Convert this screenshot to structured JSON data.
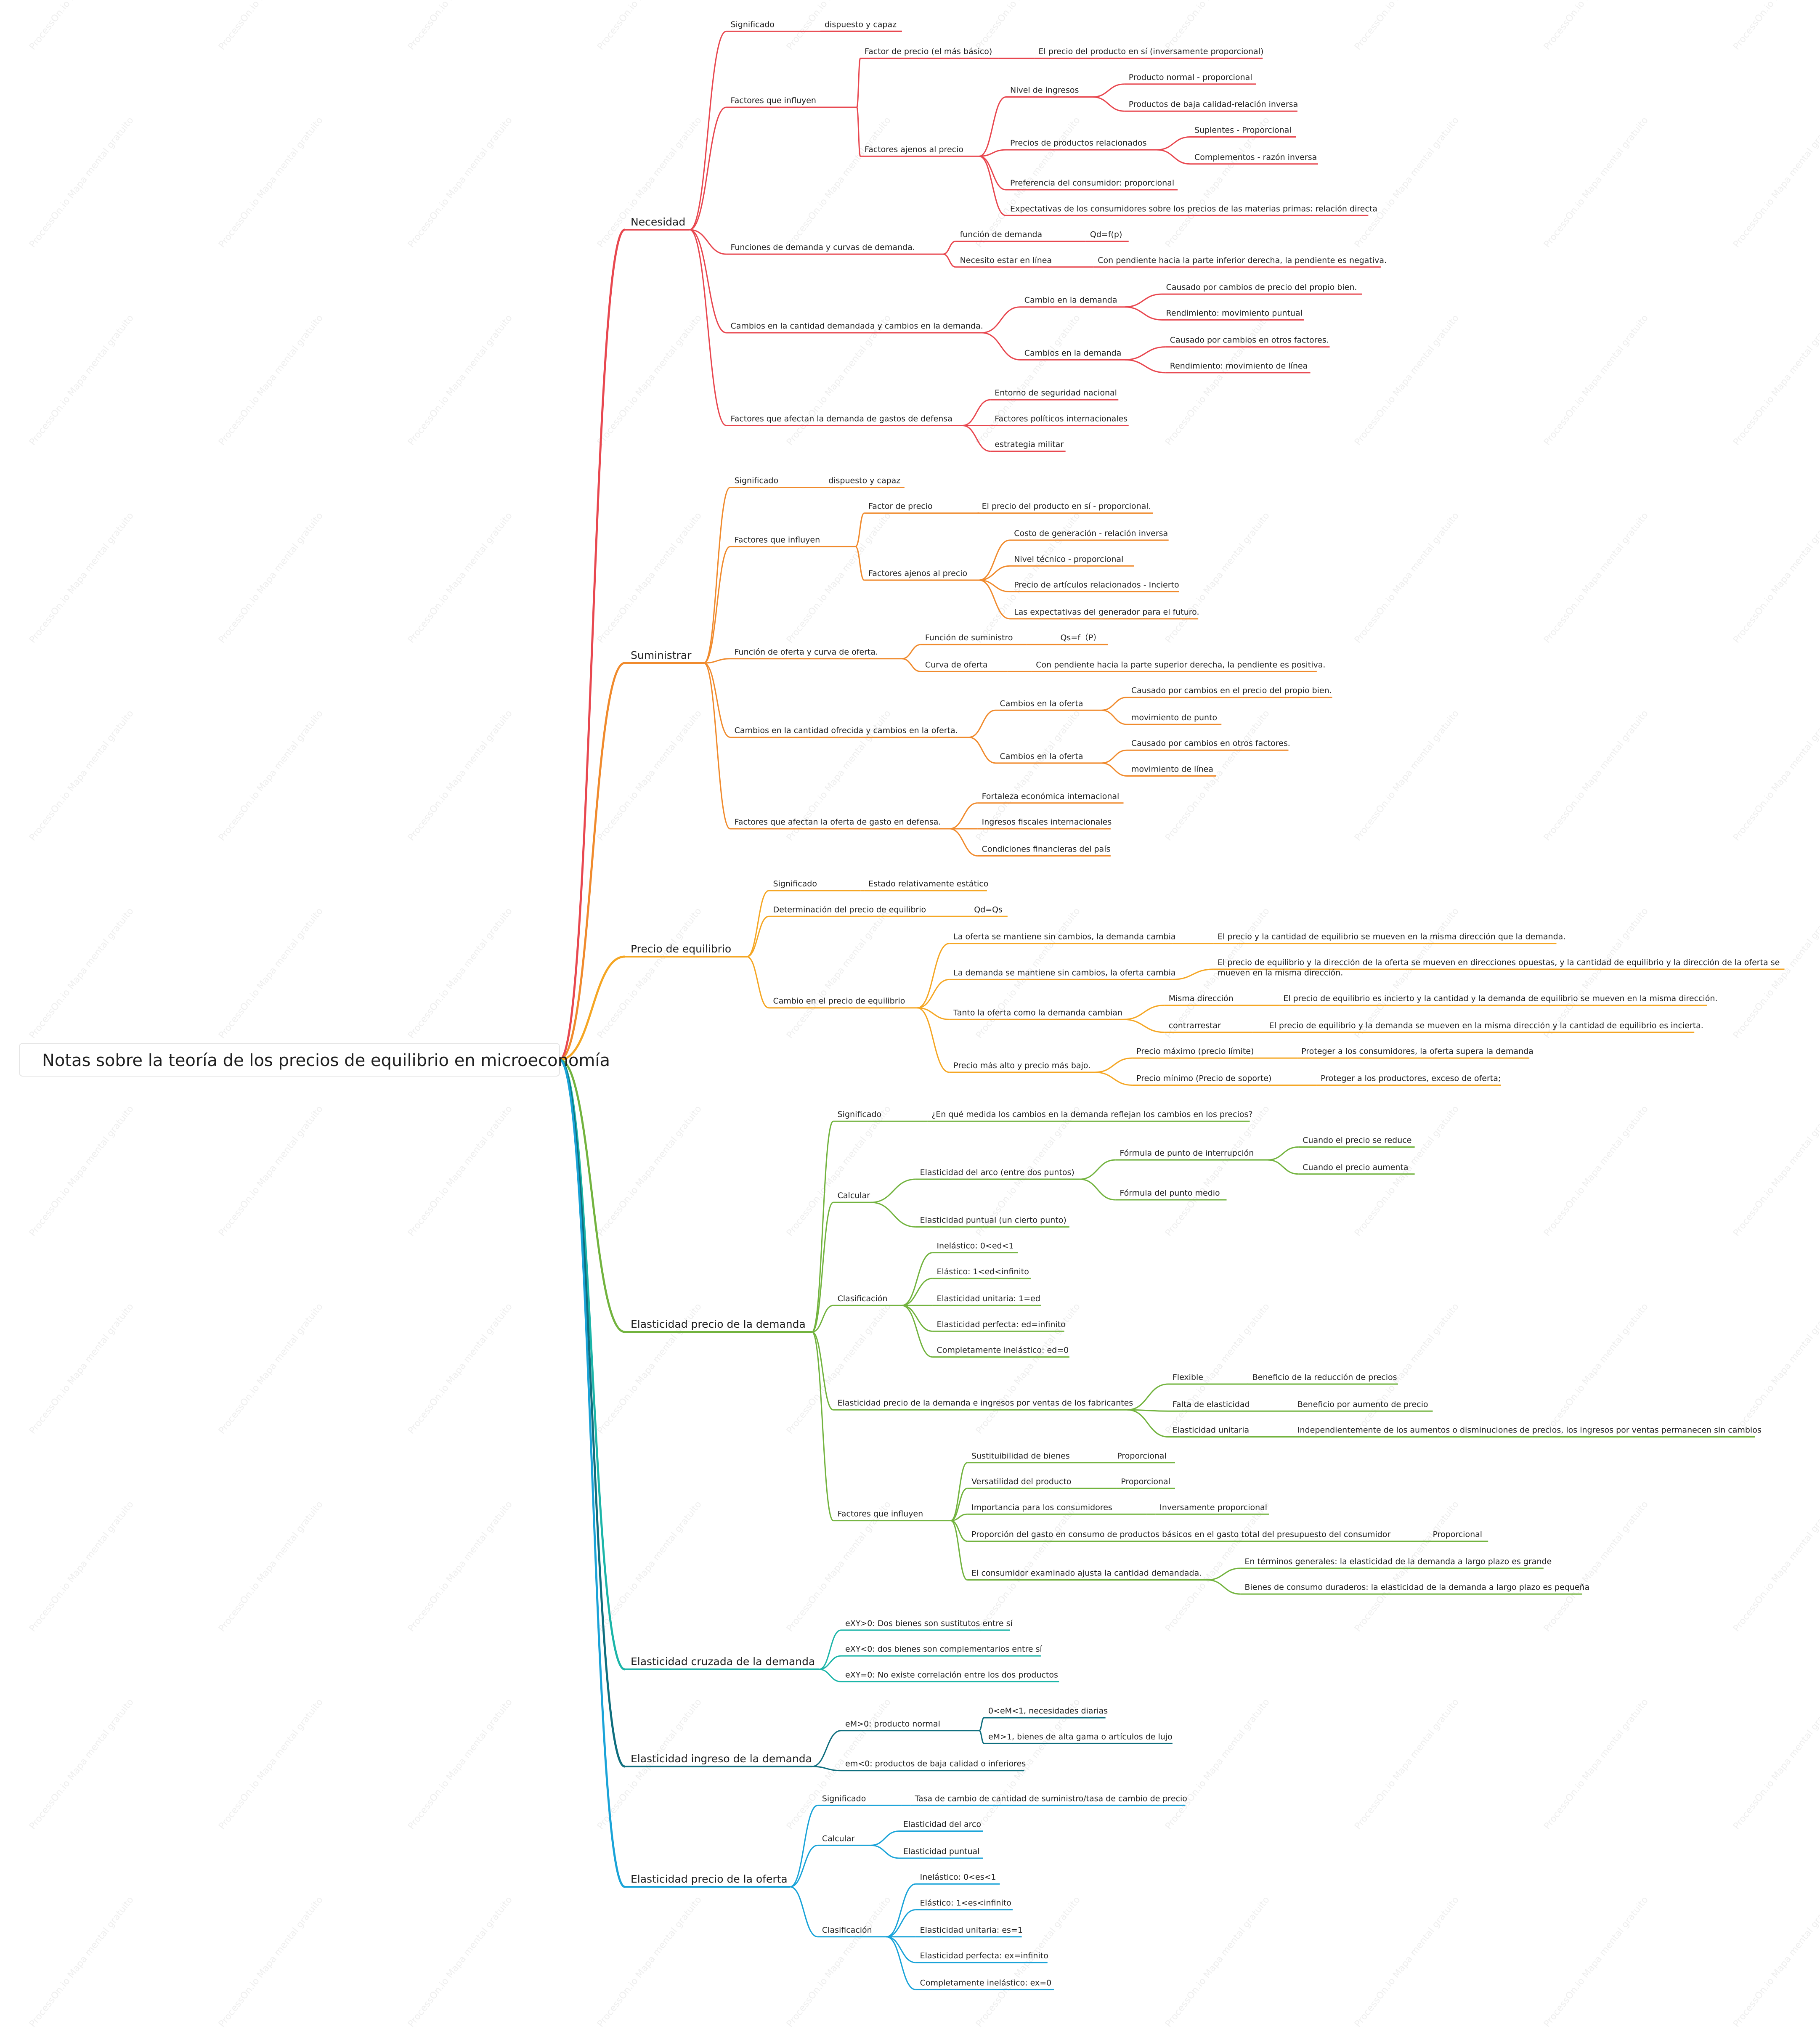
{
  "root": "Notas sobre la teoría de los precios de equilibrio en microeconomía",
  "watermark": "ProcessOn.io Mapa mental gratuito",
  "branches": [
    {
      "id": "b1",
      "label": "Necesidad",
      "color": "#e8474f"
    },
    {
      "id": "b2",
      "label": "Suministrar",
      "color": "#f08a2c"
    },
    {
      "id": "b3",
      "label": "Precio de equilibrio",
      "color": "#f5a623"
    },
    {
      "id": "b4",
      "label": "Elasticidad precio de la demanda",
      "color": "#72b33e"
    },
    {
      "id": "b5",
      "label": "Elasticidad cruzada de la demanda",
      "color": "#1bb5a8"
    },
    {
      "id": "b6",
      "label": "Elasticidad ingreso de la demanda",
      "color": "#0e6e7e"
    },
    {
      "id": "b7",
      "label": "Elasticidad precio de la oferta",
      "color": "#19a3d8"
    }
  ],
  "nodes": {
    "n1": "Significado",
    "n1a": "dispuesto y capaz",
    "n2": "Factores que influyen",
    "n2a": "Factor de precio (el más básico)",
    "n2a1": "El precio del producto en sí (inversamente proporcional)",
    "n2b": "Factores ajenos al precio",
    "n2b1": "Nivel de ingresos",
    "n2b1a": "Producto normal - proporcional",
    "n2b1b": "Productos de baja calidad-relación inversa",
    "n2b2": "Precios de productos relacionados",
    "n2b2a": "Suplentes - Proporcional",
    "n2b2b": "Complementos - razón inversa",
    "n2b3": "Preferencia del consumidor: proporcional",
    "n2b4": "Expectativas de los consumidores sobre los precios de las materias primas: relación directa",
    "n3": "Funciones de demanda y curvas de demanda.",
    "n3a": "función de demanda",
    "n3a1": "Qd=f(p)",
    "n3b": "Necesito estar en línea",
    "n3b1": "Con pendiente hacia la parte inferior derecha, la pendiente es negativa.",
    "n4": "Cambios en la cantidad demandada y cambios en la demanda.",
    "n4a": "Cambio en la demanda",
    "n4a1": "Causado por cambios de precio del propio bien.",
    "n4a2": "Rendimiento: movimiento puntual",
    "n4b": "Cambios en la demanda",
    "n4b1": "Causado por cambios en otros factores.",
    "n4b2": "Rendimiento: movimiento de línea",
    "n5": "Factores que afectan la demanda de gastos de defensa",
    "n5a": "Entorno de seguridad nacional",
    "n5b": "Factores políticos internacionales",
    "n5c": "estrategia militar",
    "s1": "Significado",
    "s1a": "dispuesto y capaz",
    "s2": "Factores que influyen",
    "s2a": "Factor de precio",
    "s2a1": "El precio del producto en sí - proporcional.",
    "s2b": "Factores ajenos al precio",
    "s2b1": "Costo de generación - relación inversa",
    "s2b2": "Nivel técnico - proporcional",
    "s2b3": "Precio de artículos relacionados - Incierto",
    "s2b4": "Las expectativas del generador para el futuro.",
    "s3": "Función de oferta y curva de oferta.",
    "s3a": "Función de suministro",
    "s3a1": "Qs=f（P）",
    "s3b": "Curva de oferta",
    "s3b1": "Con pendiente hacia la parte superior derecha, la pendiente es positiva.",
    "s4": "Cambios en la cantidad ofrecida y cambios en la oferta.",
    "s4a": "Cambios en la oferta",
    "s4a1": "Causado por cambios en el precio del propio bien.",
    "s4a2": "movimiento de punto",
    "s4b": "Cambios en la oferta",
    "s4b1": "Causado por cambios en otros factores.",
    "s4b2": "movimiento de línea",
    "s5": "Factores que afectan la oferta de gasto en defensa.",
    "s5a": "Fortaleza económica internacional",
    "s5b": "Ingresos fiscales internacionales",
    "s5c": "Condiciones financieras del país",
    "e1": "Significado",
    "e1a": "Estado relativamente estático",
    "e2": "Determinación del precio de equilibrio",
    "e2a": "Qd=Qs",
    "e3": "Cambio en el precio de equilibrio",
    "e3a": "La oferta se mantiene sin cambios, la demanda cambia",
    "e3a1": "El precio y la cantidad de equilibrio se mueven en la misma dirección que la demanda.",
    "e3b": "La demanda se mantiene sin cambios, la oferta cambia",
    "e3b1": "El precio de equilibrio y la dirección de la oferta se mueven en direcciones opuestas, y la cantidad de equilibrio y la dirección de la oferta se",
    "e3b2": "mueven en la misma dirección.",
    "e3c": "Tanto la oferta como la demanda cambian",
    "e3c1": "Misma dirección",
    "e3c1a": "El precio de equilibrio es incierto y la cantidad y la demanda de equilibrio se mueven en la misma dirección.",
    "e3c2": "contrarrestar",
    "e3c2a": "El precio de equilibrio y la demanda se mueven en la misma dirección y la cantidad de equilibrio es incierta.",
    "e3d": "Precio más alto y precio más bajo.",
    "e3d1": "Precio máximo (precio límite)",
    "e3d1a": "Proteger a los consumidores, la oferta supera la demanda",
    "e3d2": "Precio mínimo (Precio de soporte)",
    "e3d2a": "Proteger a los productores, exceso de oferta;",
    "d1": "Significado",
    "d1a": "¿En qué medida los cambios en la demanda reflejan los cambios en los precios?",
    "d2": "Calcular",
    "d2a": "Elasticidad del arco (entre dos puntos)",
    "d2a1": "Fórmula de punto de interrupción",
    "d2a1a": "Cuando el precio se reduce",
    "d2a1b": "Cuando el precio aumenta",
    "d2a2": "Fórmula del punto medio",
    "d2b": "Elasticidad puntual (un cierto punto)",
    "d3": "Clasificación",
    "d3a": "Inelástico: 0<ed<1",
    "d3b": "Elástico: 1<ed<infinito",
    "d3c": "Elasticidad unitaria: 1=ed",
    "d3d": "Elasticidad perfecta: ed=infinito",
    "d3e": "Completamente inelástico: ed=0",
    "d4": "Elasticidad precio de la demanda e ingresos por ventas de los fabricantes",
    "d4a": "Flexible",
    "d4a1": "Beneficio de la reducción de precios",
    "d4b": "Falta de elasticidad",
    "d4b1": "Beneficio por aumento de precio",
    "d4c": "Elasticidad unitaria",
    "d4c1": "Independientemente de los aumentos o disminuciones de precios, los ingresos por ventas permanecen sin cambios",
    "d5": "Factores que influyen",
    "d5a": "Sustituibilidad de bienes",
    "d5a1": "Proporcional",
    "d5b": "Versatilidad del producto",
    "d5b1": "Proporcional",
    "d5c": "Importancia para los consumidores",
    "d5c1": "Inversamente proporcional",
    "d5d": "Proporción del gasto en consumo de productos básicos en el gasto total del presupuesto del consumidor",
    "d5d1": "Proporcional",
    "d5e": "El consumidor examinado ajusta la cantidad demandada.",
    "d5e1": "En términos generales: la elasticidad de la demanda a largo plazo es grande",
    "d5e2": "Bienes de consumo duraderos: la elasticidad de la demanda a largo plazo es pequeña",
    "c1": "eXY>0: Dos bienes son sustitutos entre sí",
    "c2": "eXY<0: dos bienes son complementarios entre sí",
    "c3": "eXY=0: No existe correlación entre los dos productos",
    "i1": "eM>0: producto normal",
    "i1a": "0<eM<1, necesidades diarias",
    "i1b": "eM>1, bienes de alta gama o artículos de lujo",
    "i2": "em<0: productos de baja calidad o inferiores",
    "o1": "Significado",
    "o1a": "Tasa de cambio de cantidad de suministro/tasa de cambio de precio",
    "o2": "Calcular",
    "o2a": "Elasticidad del arco",
    "o2b": "Elasticidad puntual",
    "o3": "Clasificación",
    "o3a": "Inelástico: 0<es<1",
    "o3b": "Elástico: 1<es<infinito",
    "o3c": "Elasticidad unitaria: es=1",
    "o3d": "Elasticidad perfecta: ex=infinito",
    "o3e": "Completamente inelástico: ex=0"
  }
}
